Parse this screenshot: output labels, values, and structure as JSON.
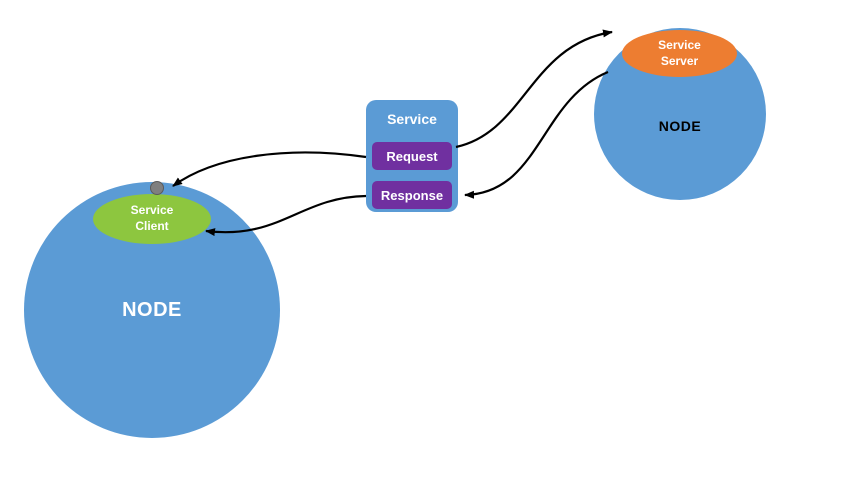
{
  "diagram": {
    "left_node": {
      "label": "NODE"
    },
    "right_node": {
      "label": "NODE"
    },
    "service_box": {
      "title": "Service",
      "request_label": "Request",
      "response_label": "Response"
    },
    "service_client": {
      "label": "Service Client"
    },
    "service_server": {
      "label": "Service Server"
    },
    "colors": {
      "node_blue": "#5b9bd5",
      "client_green": "#8dc63f",
      "server_orange": "#ed7d31",
      "request_purple": "#7030a0",
      "dot_gray": "#7f7f7f",
      "arrow_black": "#000000"
    }
  }
}
